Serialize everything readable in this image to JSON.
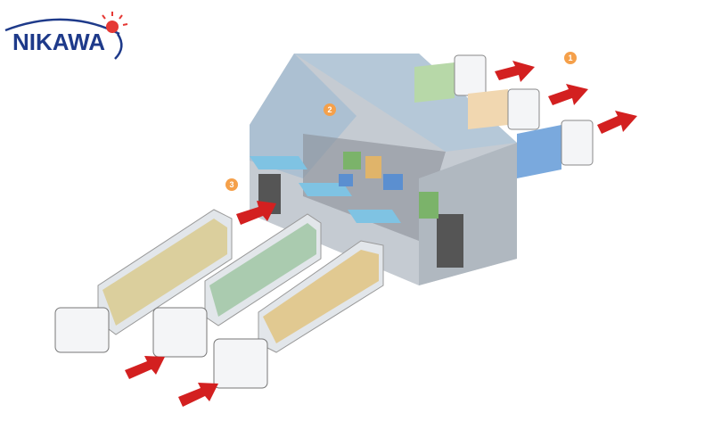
{
  "logo": {
    "text": "NIKAWA"
  },
  "steps": [
    {
      "label": "1"
    },
    {
      "label": "2"
    },
    {
      "label": "3"
    }
  ],
  "colors": {
    "brand_blue": "#1e3a8a",
    "sun_red": "#e53935",
    "arrow_red": "#d32020",
    "badge_orange": "#f5a04a",
    "roof_blue": "#9fb8cc",
    "wall_grey": "#b9bfc6"
  }
}
